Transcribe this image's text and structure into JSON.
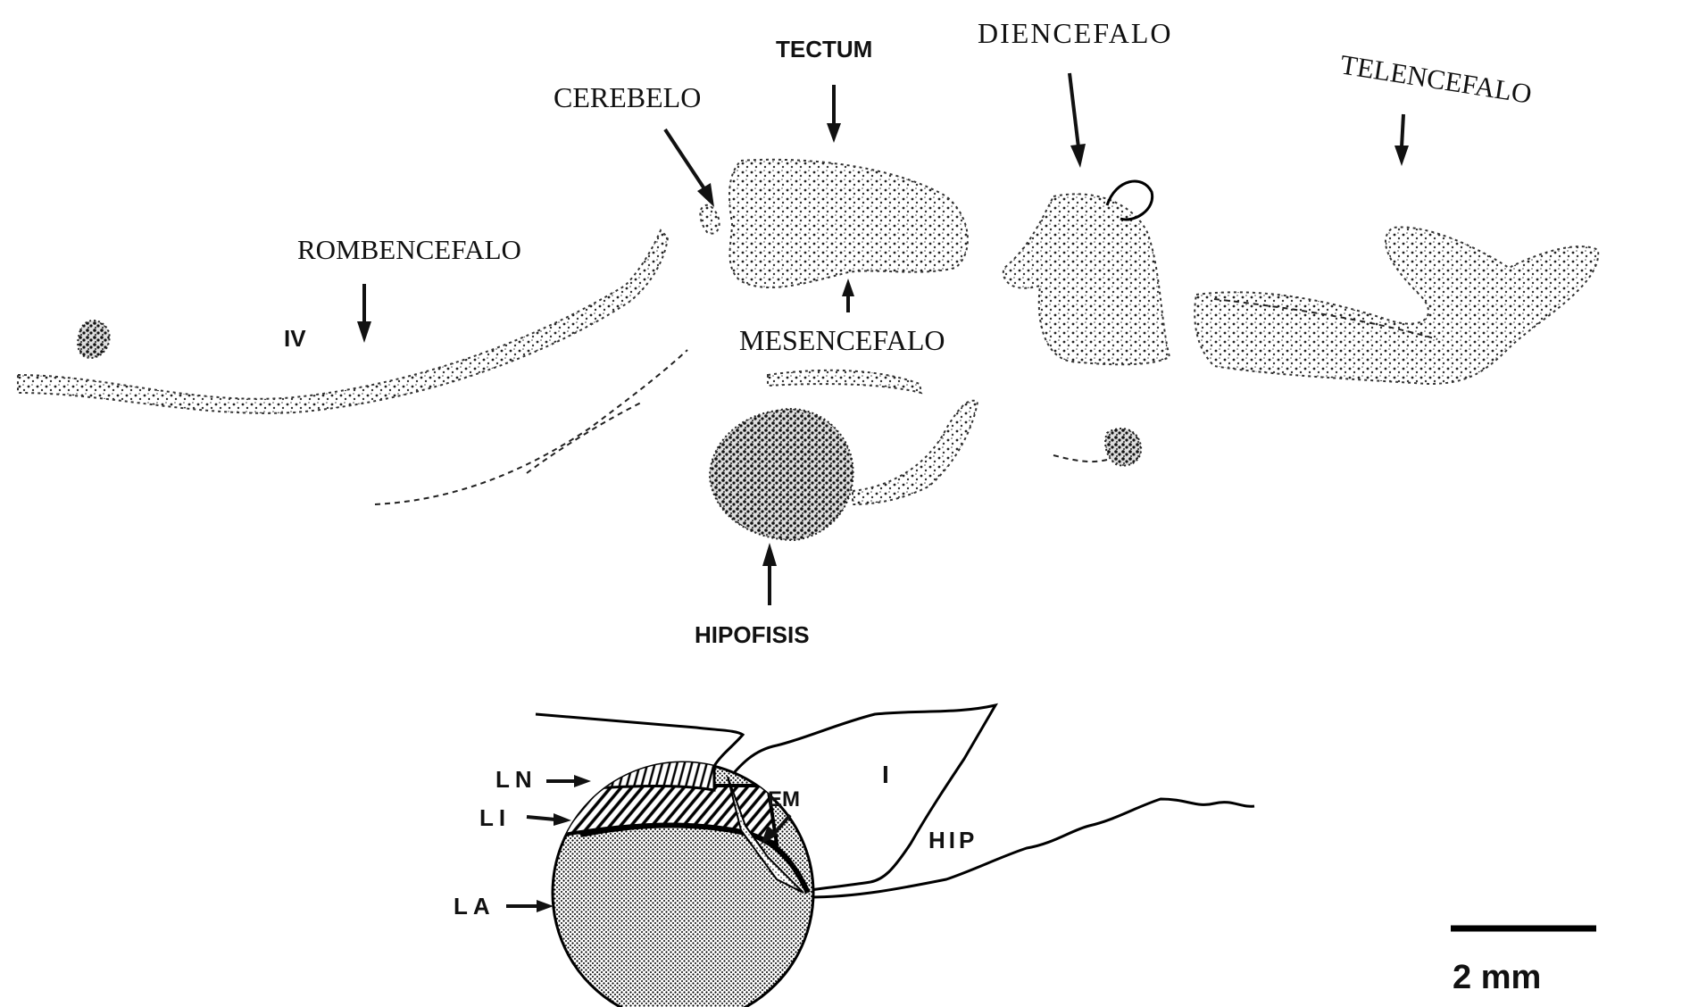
{
  "top_labels": {
    "tectum": "TECTUM",
    "diencefalo": "DIENCEFALO",
    "cerebelo": "CEREBELO",
    "telencefalo": "TELENCEFALO",
    "rombencefalo": "ROMBENCEFALO",
    "iv": "IV",
    "mesencefalo": "MESENCEFALO",
    "hipofisis": "HIPOFISIS"
  },
  "detail_labels": {
    "ln": "LN",
    "li": "LI",
    "la": "LA",
    "em": "EM",
    "i": "I",
    "hip": "HIP"
  },
  "scale_bar": {
    "label": "2 mm"
  }
}
